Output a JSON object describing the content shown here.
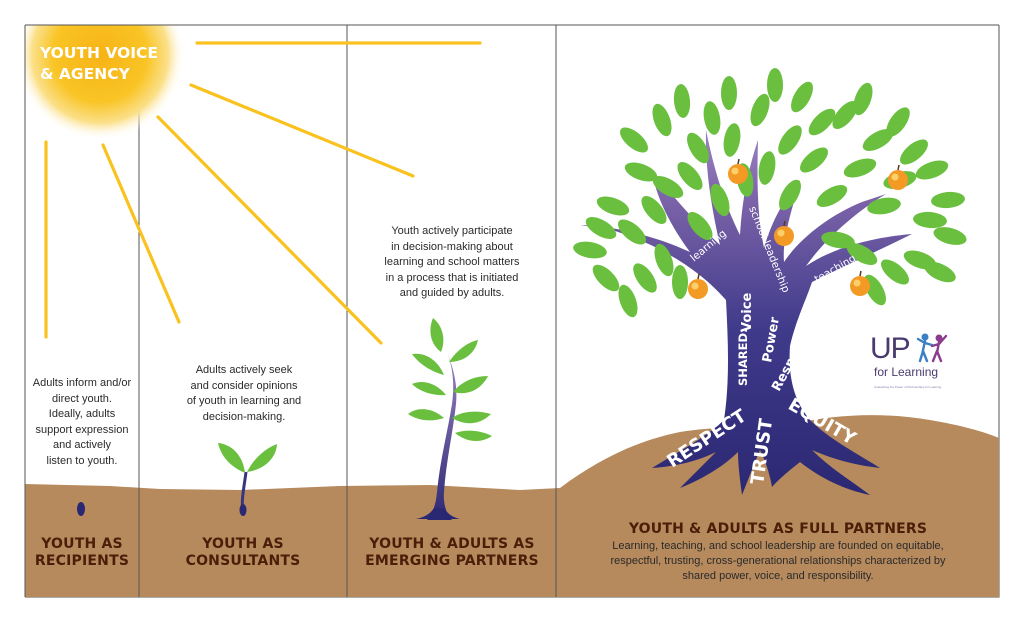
{
  "sun": {
    "title_line1": "YOUTH VOICE",
    "title_line2": "& AGENCY"
  },
  "stages": [
    {
      "title_line1": "YOUTH AS",
      "title_line2": "RECIPIENTS",
      "description": [
        "Adults inform and/or",
        "direct youth.",
        "Ideally, adults",
        "support expression",
        "and actively",
        "listen to youth."
      ]
    },
    {
      "title_line1": "YOUTH AS",
      "title_line2": "CONSULTANTS",
      "description": [
        "Adults actively seek",
        "and consider opinions",
        "of youth in learning and",
        "decision-making."
      ]
    },
    {
      "title_line1": "YOUTH & ADULTS AS",
      "title_line2": "EMERGING PARTNERS",
      "description": [
        "Youth actively participate",
        "in decision-making about",
        "learning and school matters",
        "in a process that is initiated",
        "and guided by adults."
      ]
    },
    {
      "title": "YOUTH & ADULTS AS FULL PARTNERS",
      "description": [
        "Learning, teaching, and school leadership are founded on equitable,",
        "respectful, trusting, cross-generational relationships characterized by",
        "shared power, voice, and responsibility."
      ]
    }
  ],
  "tree_labels": {
    "branch_left": "learning",
    "branch_middle": "school leadership",
    "branch_right": "teaching",
    "shared": "SHARED:",
    "voice": "Voice",
    "power": "Power",
    "responsibility": "Responsibility",
    "root_left": "RESPECT",
    "root_middle": "TRUST",
    "root_right": "EQUITY"
  },
  "logo": {
    "main": "UP",
    "sub": "for Learning",
    "tagline": "Unleashing the Power of Partnerships for Learning"
  },
  "colors": {
    "sun": "#f9c21f",
    "ground": "#b68a5d",
    "title_text": "#4a1e08",
    "leaf": "#6abf3f",
    "trunk_dark": "#2e2a78",
    "trunk_light": "#8a6cb0",
    "apple": "#f39a25",
    "divider": "#555555"
  }
}
